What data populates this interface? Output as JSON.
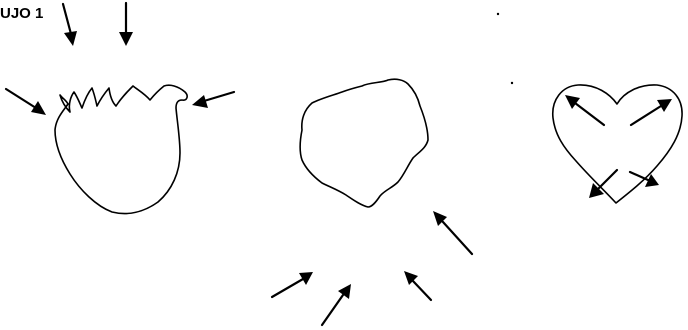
{
  "figure": {
    "label": "UJO 1",
    "shapes": [
      {
        "name": "heart-anatomical-outline",
        "arrows": 4
      },
      {
        "name": "heart-irregular-outline",
        "arrows": 4
      },
      {
        "name": "heart-symbol-outline",
        "arrows": 4
      }
    ],
    "colors": {
      "ink": "#000000",
      "background": "#ffffff"
    }
  }
}
